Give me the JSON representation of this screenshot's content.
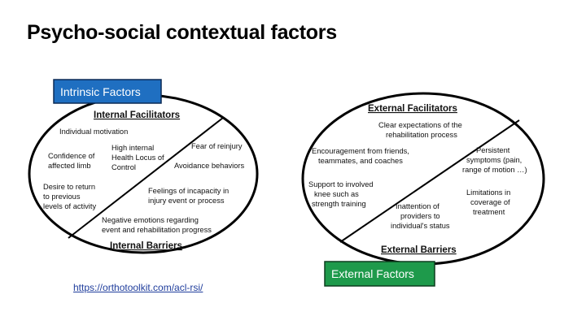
{
  "title": "Psycho-social contextual factors",
  "link": "https://orthotoolkit.com/acl-rsi/",
  "colors": {
    "intrinsic_tag": "#1f6fc1",
    "external_tag": "#1e9a4b"
  },
  "intrinsic": {
    "tag": "Intrinsic Factors",
    "facilitators_heading": "Internal Facilitators",
    "barriers_heading": "Internal Barriers",
    "facilitators": {
      "motivation": "Individual motivation",
      "confidence_1": "Confidence of",
      "confidence_2": "affected limb",
      "locus_1": "High internal",
      "locus_2": "Health Locus of",
      "locus_3": "Control",
      "desire_1": "Desire to return",
      "desire_2": "to previous",
      "desire_3": "levels of activity"
    },
    "barriers": {
      "reinjury": "Fear of reinjury",
      "avoidance": "Avoidance behaviors",
      "incapacity_1": "Feelings of incapacity in",
      "incapacity_2": "injury event or process",
      "negative_1": "Negative emotions regarding",
      "negative_2": "event and rehabilitation progress"
    }
  },
  "external": {
    "tag": "External Factors",
    "facilitators_heading": "External Facilitators",
    "barriers_heading": "External Barriers",
    "facilitators": {
      "expect_1": "Clear expectations of the",
      "expect_2": "rehabilitation process",
      "encourage_1": "Encouragement from friends,",
      "encourage_2": "teammates, and coaches",
      "support_1": "Support to involved",
      "support_2": "knee such as",
      "support_3": "strength training"
    },
    "barriers": {
      "persistent_1": "Persistent",
      "persistent_2": "symptoms (pain,",
      "persistent_3": "range of motion …)",
      "limits_1": "Limitations in",
      "limits_2": "coverage of",
      "limits_3": "treatment",
      "inattention_1": "Inattention of",
      "inattention_2": "providers to",
      "inattention_3": "individual's status"
    }
  }
}
